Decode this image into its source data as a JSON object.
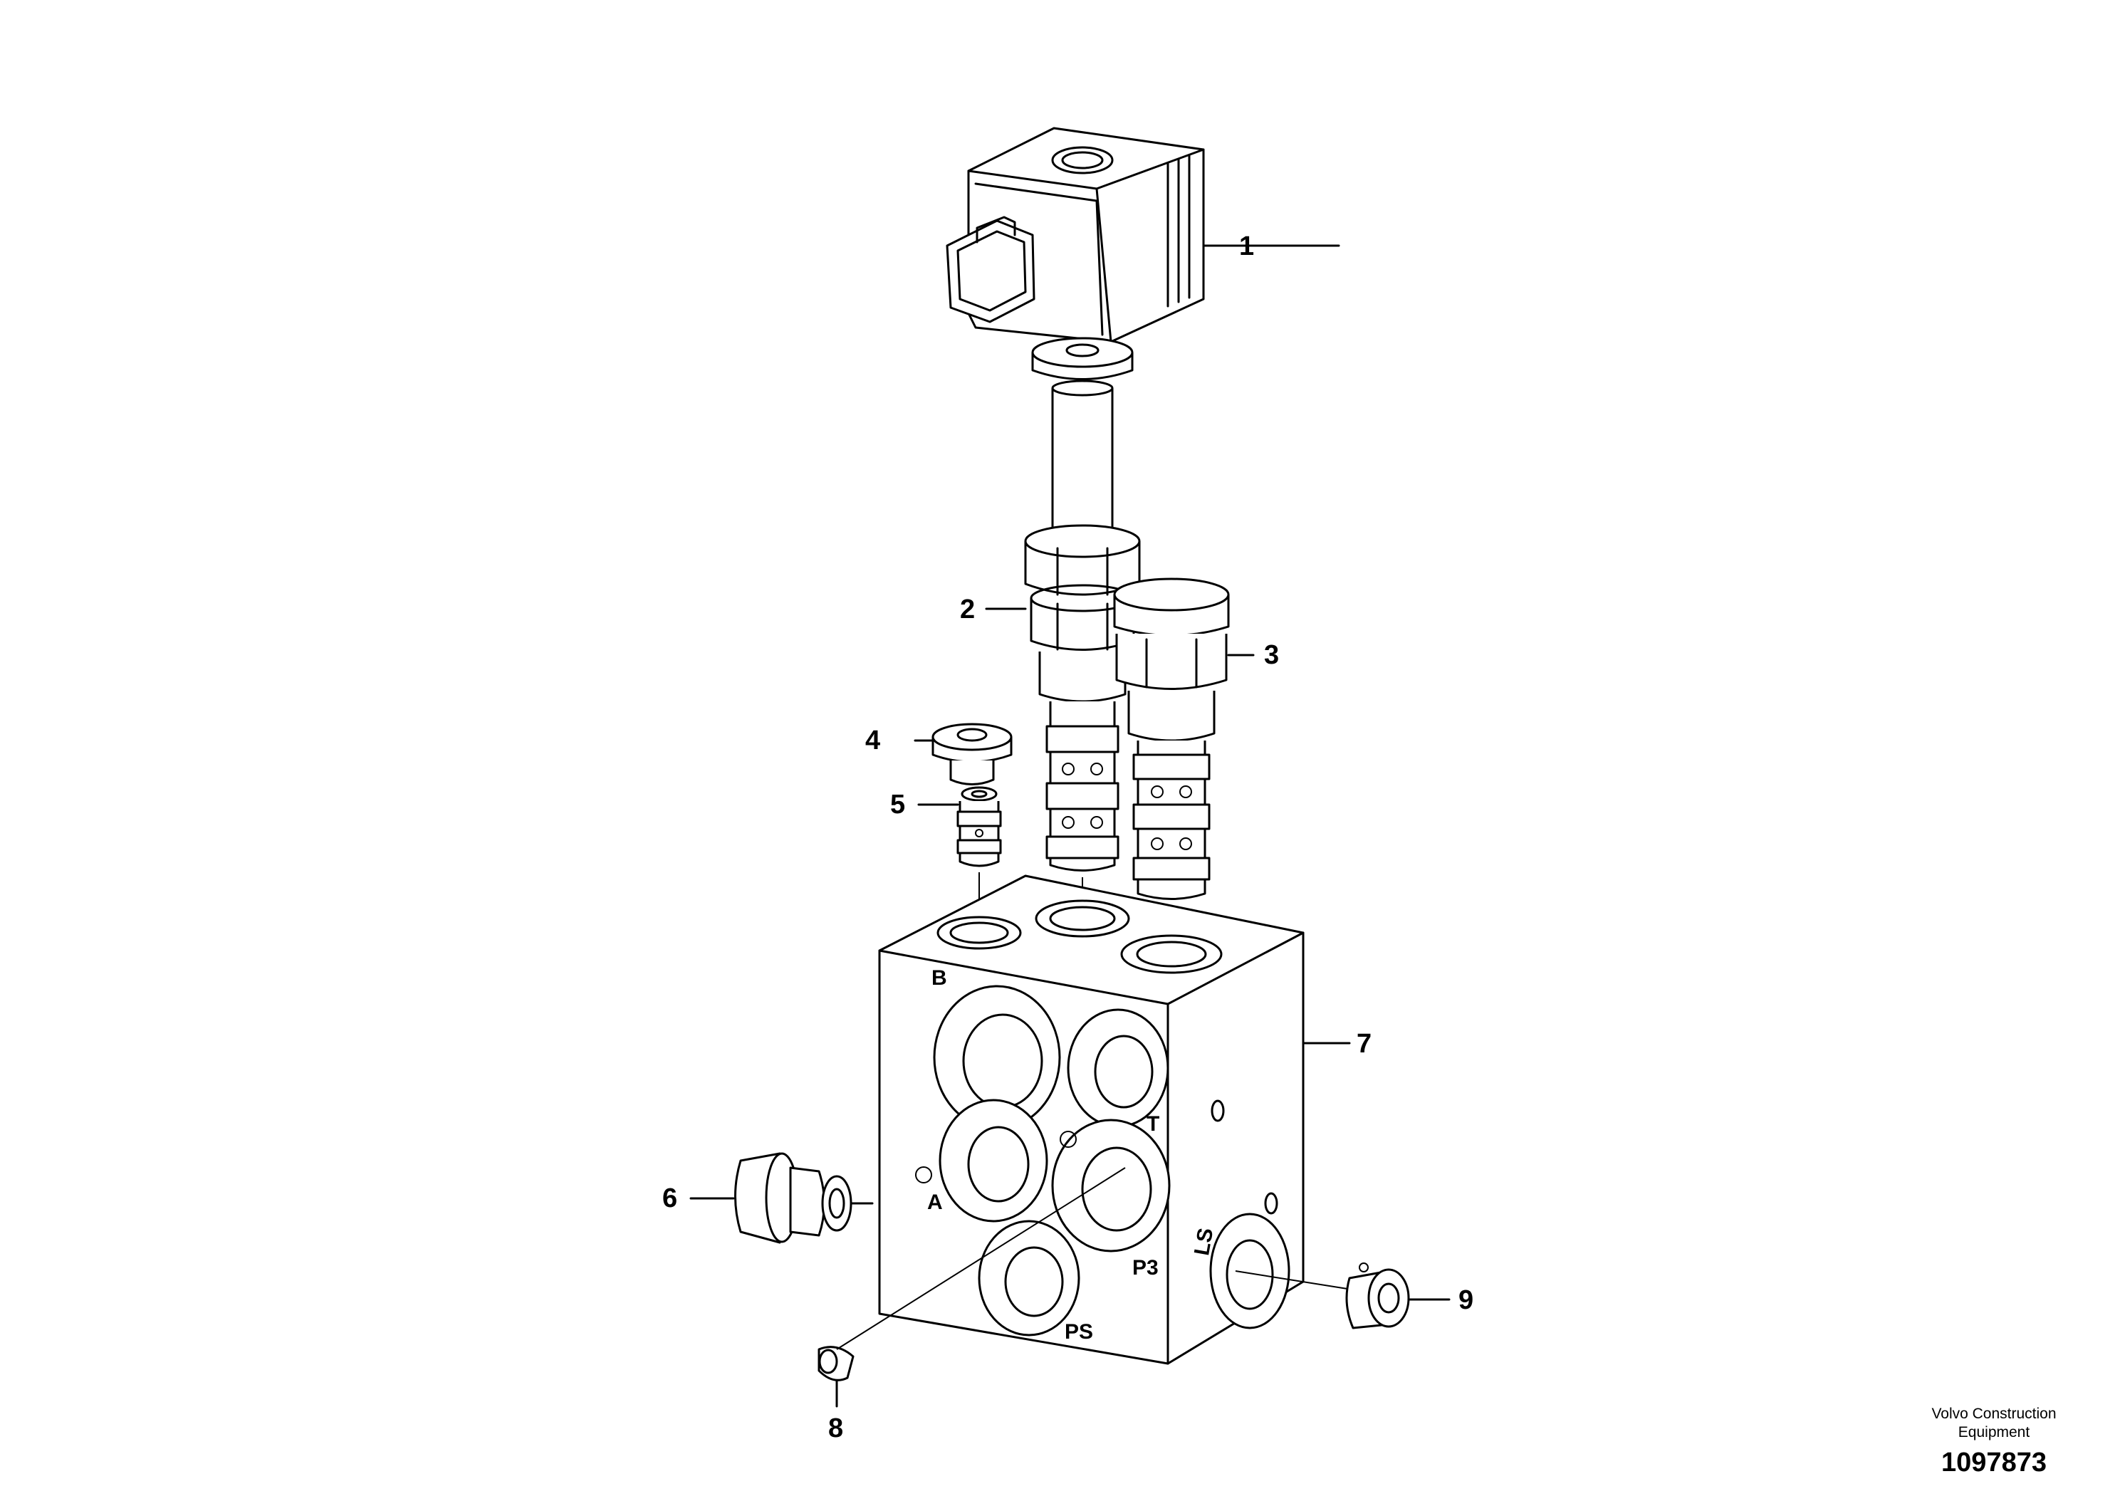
{
  "callouts": [
    {
      "id": "1",
      "label": "1"
    },
    {
      "id": "2",
      "label": "2"
    },
    {
      "id": "3",
      "label": "3"
    },
    {
      "id": "4",
      "label": "4"
    },
    {
      "id": "5",
      "label": "5"
    },
    {
      "id": "6",
      "label": "6"
    },
    {
      "id": "7",
      "label": "7"
    },
    {
      "id": "8",
      "label": "8"
    },
    {
      "id": "9",
      "label": "9"
    }
  ],
  "ports": {
    "b": "B",
    "t": "T",
    "a": "A",
    "p3": "P3",
    "ps": "PS",
    "ls": "LS"
  },
  "footer": {
    "line1": "Volvo Construction",
    "line2": "Equipment",
    "figure_number": "1097873"
  }
}
